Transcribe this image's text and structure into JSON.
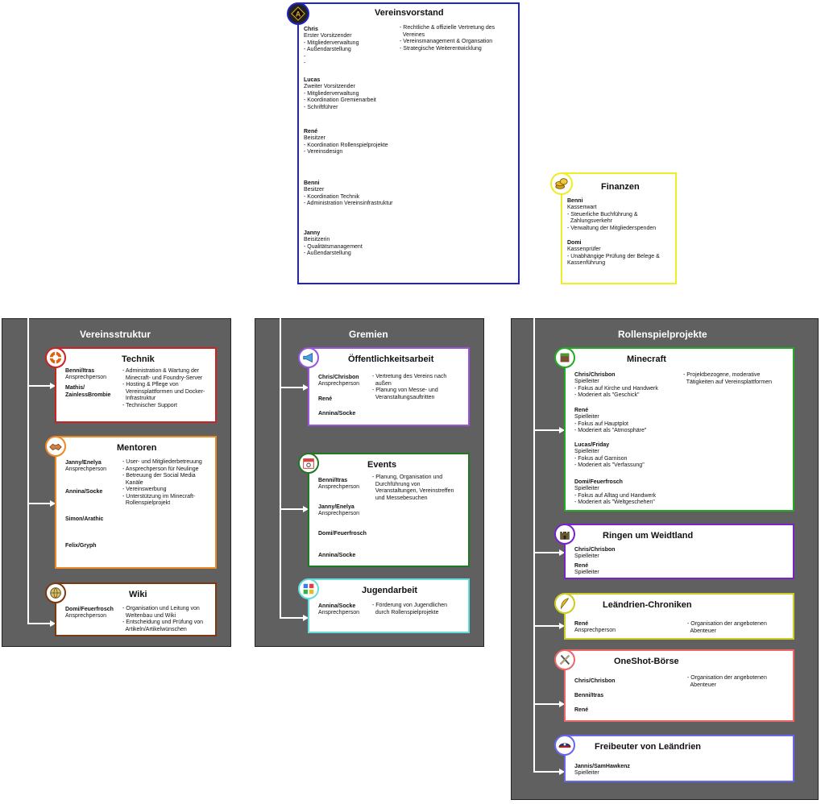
{
  "colors": {
    "panel": "#606060",
    "vorstand": "#2222cc",
    "finanzen": "#eeee22",
    "technik": "#cc2222",
    "mentoren": "#ee8822",
    "wiki": "#7a3a10",
    "oeff": "#9955dd",
    "events": "#227722",
    "jugend": "#66dddd",
    "minecraft": "#22aa22",
    "weidtland": "#7722cc",
    "leandrien": "#cccc22",
    "oneshot": "#ee6666",
    "freibeuter": "#6666ee"
  },
  "vorstand": {
    "title": "Vereinsvorstand",
    "chris_name": "Chris",
    "chris_text": "Erster Vorsitzender\n- Mitgliederverwaltung\n- Außendarstellung\n-\n-",
    "right_text": "- Rechtliche & offizielle Vertretung des\n  Vereines\n- Vereinsmanagement & Organsation\n- Strategische Weiterentwicklung",
    "lucas_name": "Lucas",
    "lucas_text": "Zweiter Vorsitzender\n- Mitgliederverwaltung\n- Koordination Gremienarbeit\n- Schriftführer",
    "rene_name": "René",
    "rene_text": "Beisitzer\n- Koordination Rollenspielprojekte\n- Vereinsdesign",
    "benni_name": "Benni",
    "benni_text": "Besitzer\n- Koordination Technik\n- Administration Vereinsinfrastruktur",
    "janny_name": "Janny",
    "janny_text": "Beisitzerin\n- Qualitätsmanagement\n- Außendarstellung"
  },
  "finanzen": {
    "title": "Finanzen",
    "benni_name": "Benni",
    "benni_text": "Kassenwart\n- Steuerliche Buchführung &\n  Zahlungsverkehr\n- Verwaltung der Mitgliederspenden",
    "domi_name": "Domi",
    "domi_text": "Kassenprüfer\n- Unabhängige Prüfung der Belege &\nKassenführung"
  },
  "vereinsstruktur": {
    "title": "Vereinsstruktur",
    "technik": {
      "title": "Technik",
      "n1": "Benni/Itras",
      "n1_role": "Ansprechperson",
      "n2": "Mathis/\nZainlessBrombie",
      "text": "- Administration & Wartung der\n  Minecraft- und Foundry-Server\n- Hosting & Pflege von\n  Vereinsplattformen und Docker-\n  Infrastruktur\n- Technischer Support"
    },
    "mentoren": {
      "title": "Mentoren",
      "n1": "Janny/Enelya",
      "n1_role": "Ansprechperson",
      "n2": "Annina/Socke",
      "n3": "Simon/Arathic",
      "n4": "Felix/Gryph",
      "text": "- User- und Mitgliederbetreuung\n- Ansprechperson für Neulinge\n- Betreuung der Social Media\n  Kanäle\n- Vereinswerbung\n- Unterstützung im Minecraft-\n  Rollenspielprojekt"
    },
    "wiki": {
      "title": "Wiki",
      "n1": "Domi/Feuerfrosch",
      "n1_role": "Ansprechperson",
      "text": "- Organisation und Leitung von\n  Weltenbau und Wiki\n- Entscheidung und Prüfung von\n  Artikeln/Artikelwünschen"
    }
  },
  "gremien": {
    "title": "Gremien",
    "oeff": {
      "title": "Öffentlichkeitsarbeit",
      "n1": "Chris/Chrisbon",
      "n1_role": "Ansprechperson",
      "n2": "René",
      "n3": "Annina/Socke",
      "text": "- Vertretung des Vereins nach\n  außen\n- Planung von Messe- und\n  Veranstaltungsauftritten"
    },
    "events": {
      "title": "Events",
      "n1": "Benni/Itras",
      "n1_role": "Ansprechperson",
      "n2": "Janny/Enelya",
      "n2_role": "Ansprechperson",
      "n3": "Domi/Feuerfrosch",
      "n4": "Annina/Socke",
      "text": "- Planung, Organisation und\n  Durchführung von\n  Veranstaltungen, Vereinstreffen\n  und Messebesuchen"
    },
    "jugend": {
      "title": "Jugendarbeit",
      "n1": "Annina/Socke",
      "n1_role": "Ansprechperson",
      "text": "- Förderung von Jugendlichen\n  durch Rollenspielprojekte"
    }
  },
  "rollenspiel": {
    "title": "Rollenspielprojekte",
    "minecraft": {
      "title": "Minecraft",
      "n1": "Chris/Chrisbon",
      "n1_text": "Spielleiter\n- Fokus auf Kirche und Handwerk\n- Moderiert als \"Geschick\"",
      "n2": "René",
      "n2_text": "Spielleiter\n- Fokus auf Hauptplot\n- Moderiert als \"Atmosphäre\"",
      "n3": "Lucas/Friday",
      "n3_text": "Spielleiter\n- Fokus auf Garnison\n- Moderiert als \"Verfassung\"",
      "n4": "Domi/Feuerfrosch",
      "n4_text": "Spielleiter\n- Fokus auf Alltag und Handwerk\n- Moderiert als \"Weltgeschehen\"",
      "text": "- Projektbezogene, moderative\n  Tätigkeiten auf Vereinsplattformen"
    },
    "weidtland": {
      "title": "Ringen um Weidtland",
      "n1": "Chris/Chrisbon",
      "n1_role": "Spielleiter",
      "n2": "René",
      "n2_role": "Spielleiter"
    },
    "leandrien": {
      "title": "Leändrien-Chroniken",
      "n1": "René",
      "n1_role": "Ansprechperson",
      "text": "- Organisation der angebotenen\n  Abenteuer"
    },
    "oneshot": {
      "title": "OneShot-Börse",
      "n1": "Chris/Chrisbon",
      "n2": "Benni/Itras",
      "n3": "René",
      "text": "- Organisation der angebotenen\n  Abenteuer"
    },
    "freibeuter": {
      "title": "Freibeuter von Leändrien",
      "n1": "Jannis/SamHawkenz",
      "n1_role": "Spielleiter"
    }
  },
  "icons": [
    "vorstand-logo-icon",
    "coins-icon",
    "lifebuoy-icon",
    "handshake-icon",
    "wiki-globe-icon",
    "megaphone-icon",
    "calendar-icon",
    "puzzle-icon",
    "grass-block-icon",
    "castle-icon",
    "feather-icon",
    "swords-icon",
    "pirate-hat-icon"
  ]
}
